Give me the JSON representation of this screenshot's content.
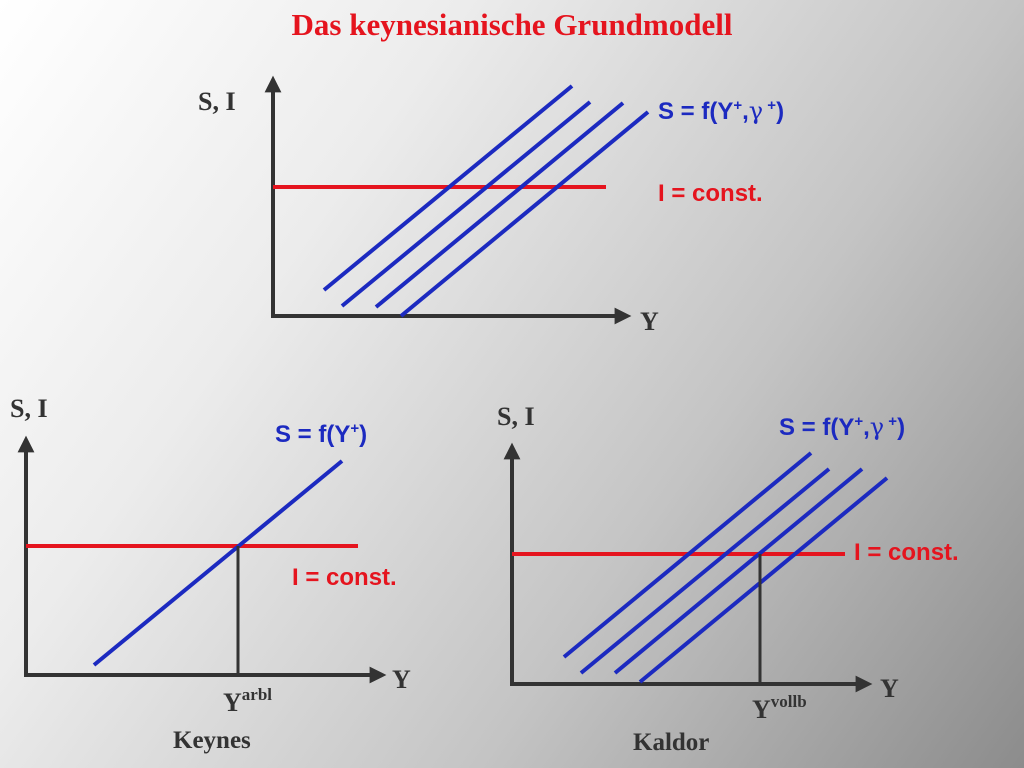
{
  "title": "Das keynesianische Grundmodell",
  "top": {
    "y_axis_label": "S, I",
    "x_axis_label": "Y",
    "saving_eq": {
      "prefix": "S = f(Y",
      "sup1": "+",
      "mid": ",",
      "gamma": "γ",
      "sup2": " +",
      "suffix": ")"
    },
    "investment_eq": "I = const."
  },
  "keynes": {
    "y_axis_label": "S, I",
    "x_axis_label": "Y",
    "saving_eq": {
      "prefix": "S = f(Y",
      "sup1": "+",
      "suffix": ")"
    },
    "investment_eq": "I = const.",
    "equilibrium": {
      "base": "Y",
      "sup": "arbl"
    },
    "caption": "Keynes"
  },
  "kaldor": {
    "y_axis_label": "S, I",
    "x_axis_label": "Y",
    "saving_eq": {
      "prefix": "S = f(Y",
      "sup1": "+",
      "mid": ",",
      "gamma": "γ",
      "sup2": " +",
      "suffix": ")"
    },
    "investment_eq": "I = const.",
    "equilibrium": {
      "base": "Y",
      "sup": "vollb"
    },
    "caption": "Kaldor"
  },
  "colors": {
    "saving_line": "#1c2ac0",
    "investment_line": "#e5141e",
    "axis": "#333333",
    "title": "#e5141e"
  }
}
